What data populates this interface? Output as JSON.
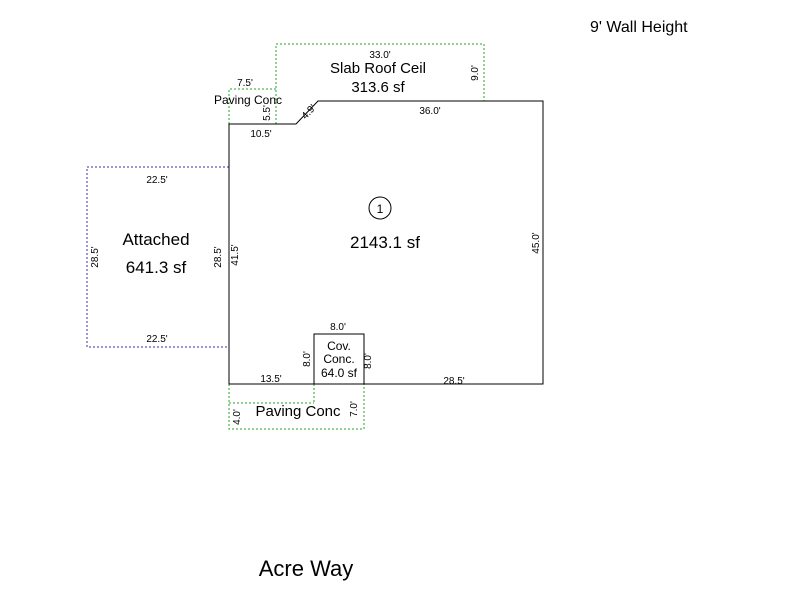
{
  "header": {
    "wall_height": "9' Wall Height"
  },
  "street": {
    "name": "Acre Way"
  },
  "colors": {
    "main_line": "#000000",
    "dotted_green": "#22aa22",
    "dotted_blue": "#3333aa"
  },
  "areas": {
    "main": {
      "number": "1",
      "area": "2143.1 sf"
    },
    "garage": {
      "name": "Attached",
      "area": "641.3 sf"
    },
    "slab_roof": {
      "name": "Slab Roof Ceil",
      "area": "313.6 sf"
    },
    "paving_top": {
      "name": "Paving Conc"
    },
    "paving_bottom": {
      "name": "Paving Conc"
    },
    "covered": {
      "line1": "Cov.",
      "line2": "Conc.",
      "area": "64.0 sf"
    }
  },
  "dimensions": {
    "slab_top": "33.0'",
    "slab_right": "9.0'",
    "paving_top_width": "7.5'",
    "paving_top_height": "5.5'",
    "main_top_left": "10.5'",
    "main_diag": "4.9'",
    "main_top_right": "36.0'",
    "main_right": "45.0'",
    "main_left": "41.5'",
    "main_bottom_left": "13.5'",
    "main_bottom_right": "28.5'",
    "garage_top": "22.5'",
    "garage_bottom": "22.5'",
    "garage_left": "28.5'",
    "garage_right": "28.5'",
    "covered_top": "8.0'",
    "covered_left": "8.0'",
    "covered_right": "8.0'",
    "paving_bottom_left": "4.0'",
    "paving_bottom_right": "7.0'"
  }
}
